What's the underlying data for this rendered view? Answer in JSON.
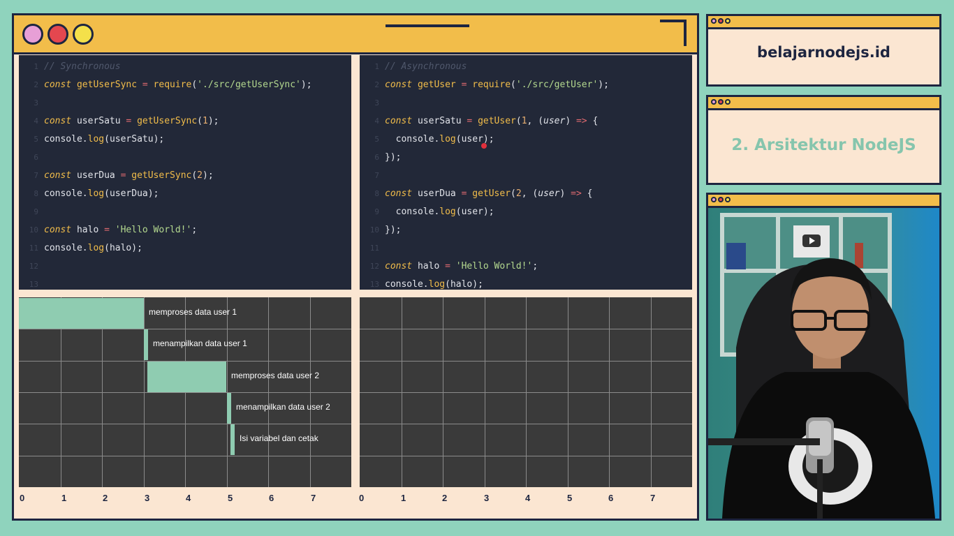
{
  "colors": {
    "accent": "#f2bd4a",
    "dark": "#1d2540",
    "bar": "#8fccb1",
    "background": "#8fd3bd",
    "panel": "#fbe6d2"
  },
  "sync_code": {
    "lines": [
      {
        "n": "1",
        "t": "// Synchronous"
      },
      {
        "n": "2",
        "t": "const getUserSync = require('./src/getUserSync');"
      },
      {
        "n": "3",
        "t": ""
      },
      {
        "n": "4",
        "t": "const userSatu = getUserSync(1);"
      },
      {
        "n": "5",
        "t": "console.log(userSatu);"
      },
      {
        "n": "6",
        "t": ""
      },
      {
        "n": "7",
        "t": "const userDua = getUserSync(2);"
      },
      {
        "n": "8",
        "t": "console.log(userDua);"
      },
      {
        "n": "9",
        "t": ""
      },
      {
        "n": "10",
        "t": "const halo = 'Hello World!';"
      },
      {
        "n": "11",
        "t": "console.log(halo);"
      },
      {
        "n": "12",
        "t": ""
      },
      {
        "n": "13",
        "t": ""
      }
    ]
  },
  "async_code": {
    "lines": [
      {
        "n": "1",
        "t": "// Asynchronous"
      },
      {
        "n": "2",
        "t": "const getUser = require('./src/getUser');"
      },
      {
        "n": "3",
        "t": ""
      },
      {
        "n": "4",
        "t": "const userSatu = getUser(1, (user) => {"
      },
      {
        "n": "5",
        "t": "  console.log(user);"
      },
      {
        "n": "6",
        "t": "});"
      },
      {
        "n": "7",
        "t": ""
      },
      {
        "n": "8",
        "t": "const userDua = getUser(2, (user) => {"
      },
      {
        "n": "9",
        "t": "  console.log(user);"
      },
      {
        "n": "10",
        "t": "});"
      },
      {
        "n": "11",
        "t": ""
      },
      {
        "n": "12",
        "t": "const halo = 'Hello World!';"
      },
      {
        "n": "13",
        "t": "console.log(halo);"
      }
    ]
  },
  "timeline": {
    "ticks": [
      "0",
      "1",
      "2",
      "3",
      "4",
      "5",
      "6",
      "7"
    ],
    "tasks": [
      {
        "label": "memproses data user 1",
        "start": 0,
        "end": 3
      },
      {
        "label": "menampilkan data user 1",
        "start": 3,
        "end": 3.1
      },
      {
        "label": "memproses data user 2",
        "start": 3.1,
        "end": 5
      },
      {
        "label": "menampilkan data user 2",
        "start": 5,
        "end": 5.1
      },
      {
        "label": "Isi variabel dan cetak",
        "start": 5.1,
        "end": 5.2
      }
    ]
  },
  "sidebar": {
    "site": "belajarnodejs.id",
    "chapter": "2. Arsitektur NodeJS"
  }
}
